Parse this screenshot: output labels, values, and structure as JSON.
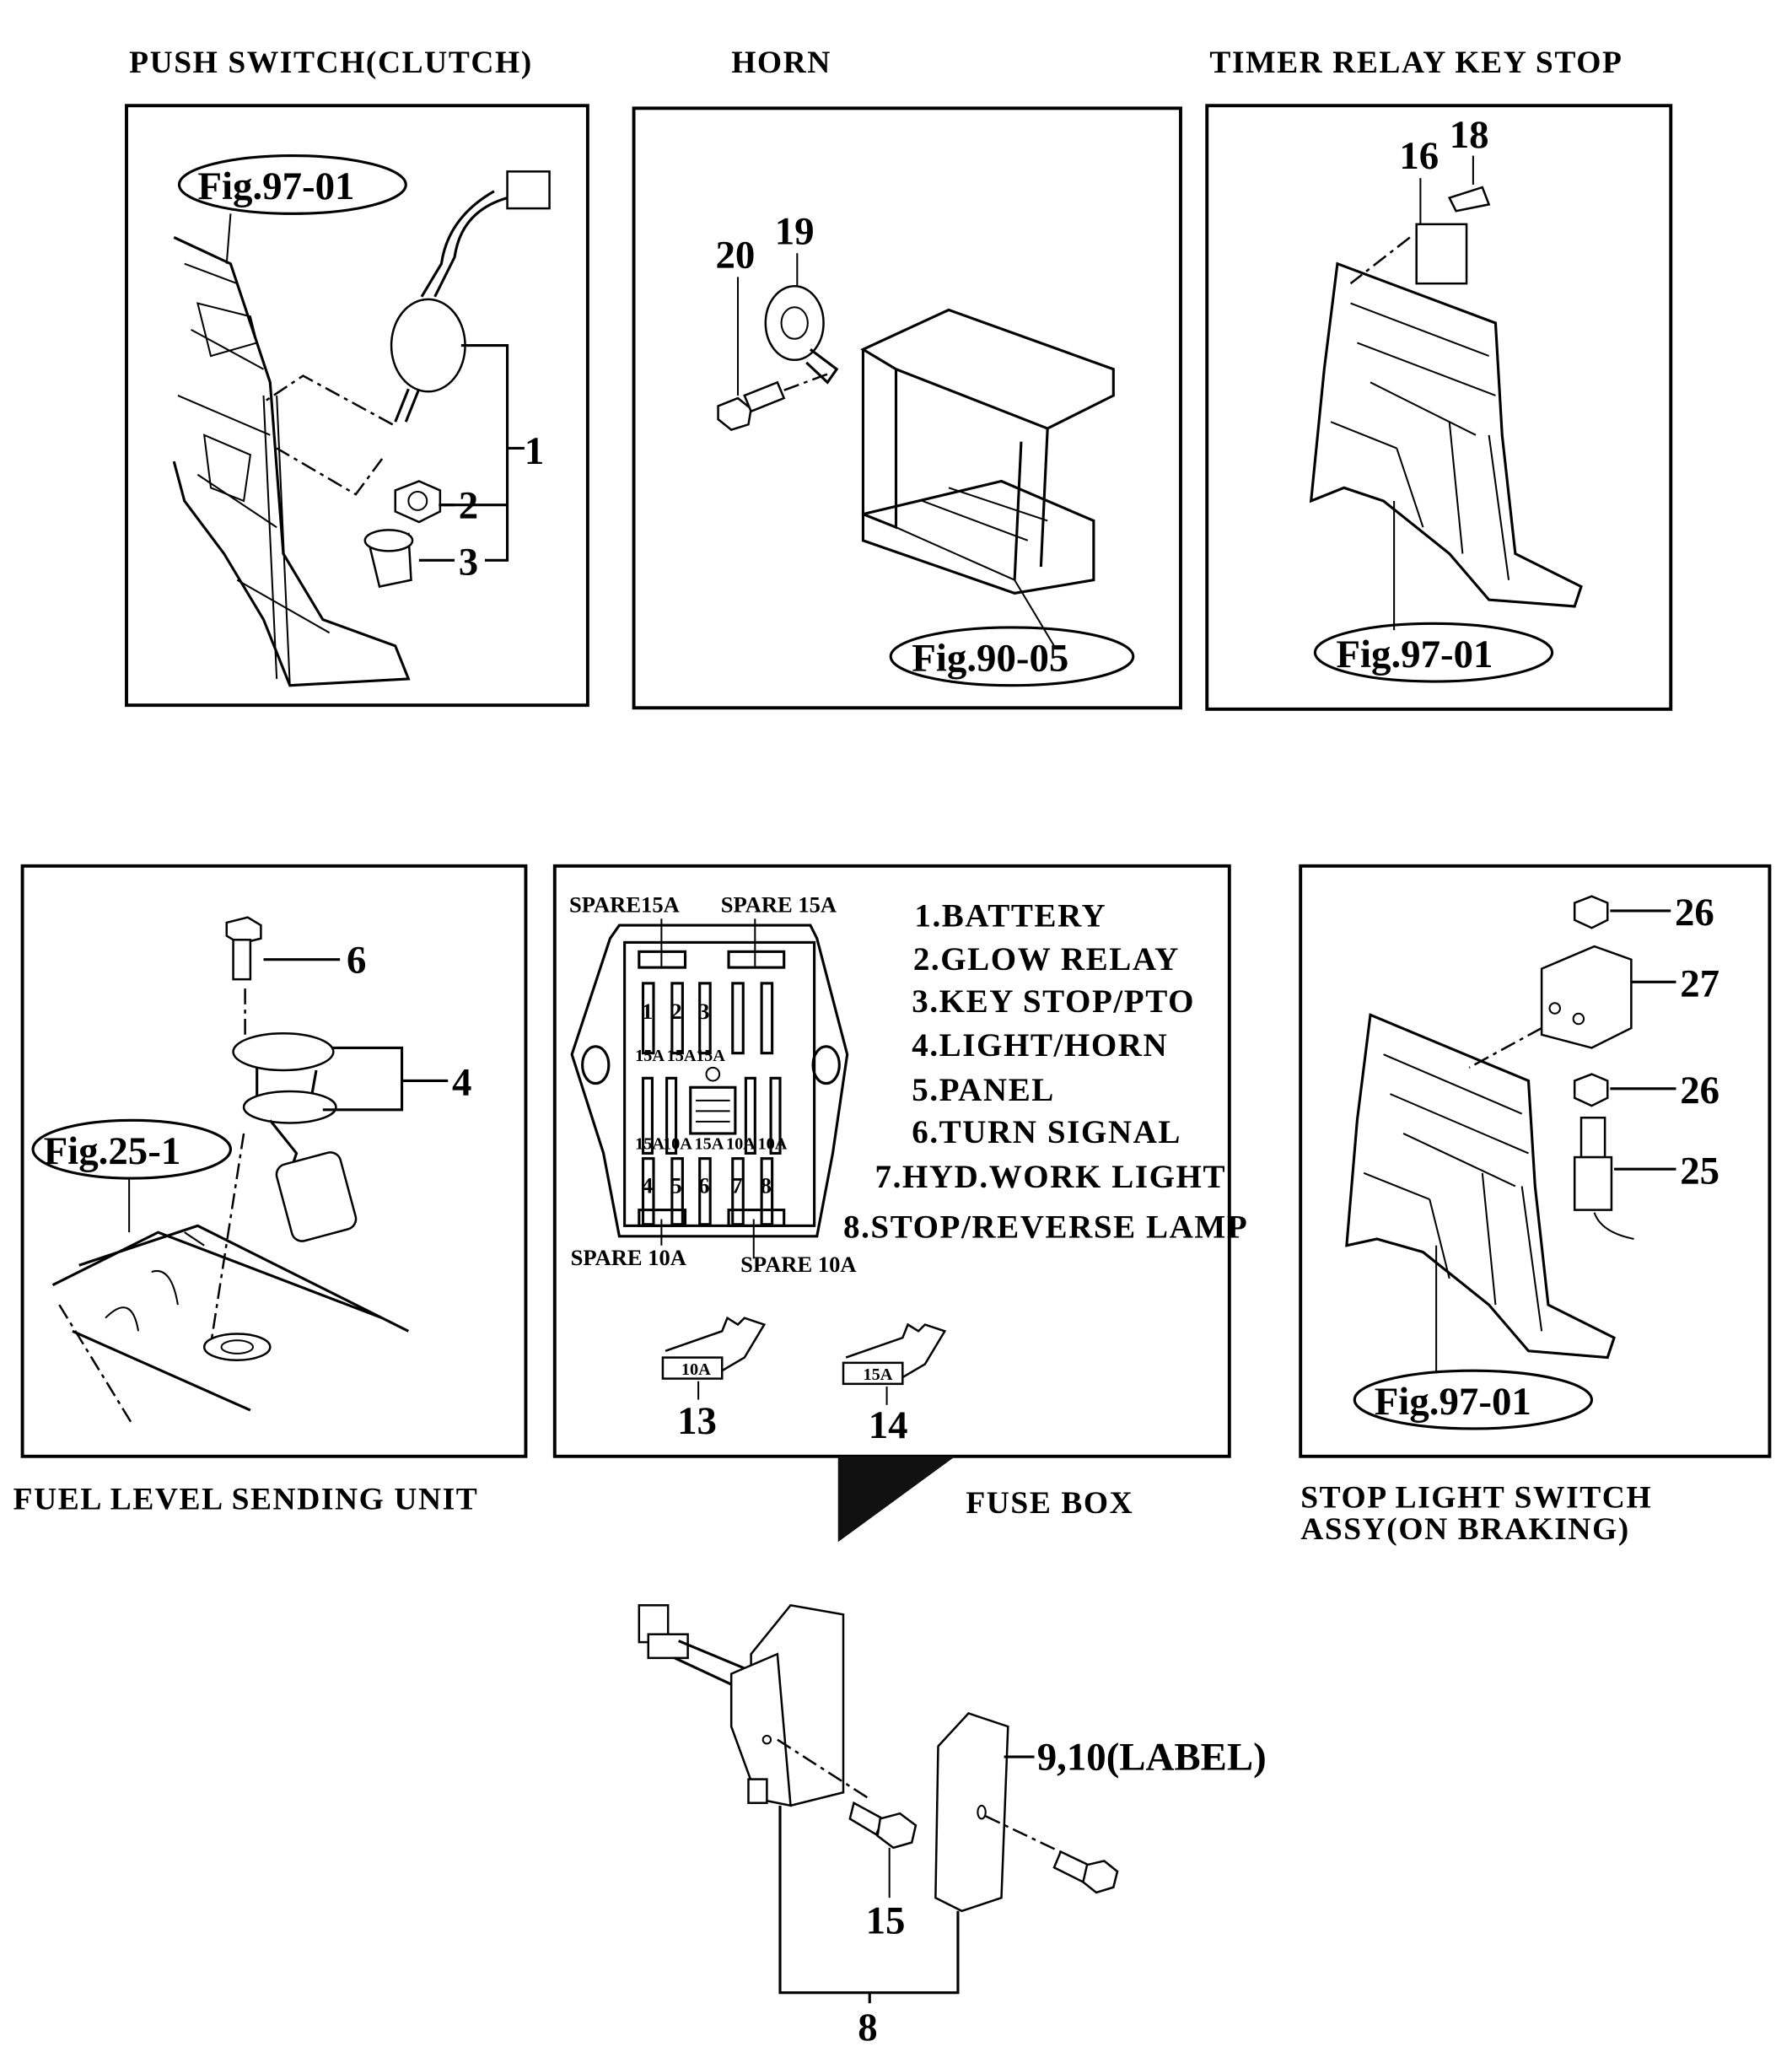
{
  "panels": {
    "push_switch": {
      "title": "PUSH SWITCH(CLUTCH)",
      "fig": "Fig.97-01",
      "callouts": [
        "1",
        "2",
        "3"
      ]
    },
    "horn": {
      "title": "HORN",
      "fig": "Fig.90-05",
      "callouts": [
        "20",
        "19"
      ]
    },
    "timer_relay": {
      "title": "TIMER RELAY KEY STOP",
      "fig": "Fig.97-01",
      "callouts": [
        "16",
        "18"
      ]
    },
    "fuel_level": {
      "title": "FUEL LEVEL SENDING UNIT",
      "fig": "Fig.25-1",
      "callouts": [
        "6",
        "4"
      ]
    },
    "fuse_box": {
      "title": "FUSE BOX",
      "spare_top": [
        "SPARE15A",
        "SPARE 15A"
      ],
      "spare_bottom": [
        "SPARE 10A",
        "SPARE 10A"
      ],
      "slot_numbers_top": [
        "1",
        "2",
        "3"
      ],
      "ratings_top": [
        "15A",
        "15A",
        "15A"
      ],
      "ratings_mid": [
        "15A",
        "10A",
        "15A",
        "10A",
        "10A"
      ],
      "slot_numbers_bottom": [
        "4",
        "5",
        "6",
        "7",
        "8"
      ],
      "legend": [
        "1.BATTERY",
        "2.GLOW  RELAY",
        "3.KEY  STOP/PTO",
        "4.LIGHT/HORN",
        "5.PANEL",
        "6.TURN  SIGNAL",
        "7.HYD.WORK LIGHT",
        "8.STOP/REVERSE LAMP"
      ],
      "fuses": [
        {
          "rating": "10A",
          "callout": "13"
        },
        {
          "rating": "15A",
          "callout": "14"
        }
      ]
    },
    "stop_light": {
      "title_line1": "STOP  LIGHT  SWITCH",
      "title_line2": "ASSY(ON BRAKING)",
      "fig": "Fig.97-01",
      "callouts": [
        "26",
        "27",
        "26",
        "25"
      ]
    },
    "fuse_box_assy": {
      "callouts": [
        "9,10(LABEL)",
        "15",
        "8"
      ]
    }
  }
}
